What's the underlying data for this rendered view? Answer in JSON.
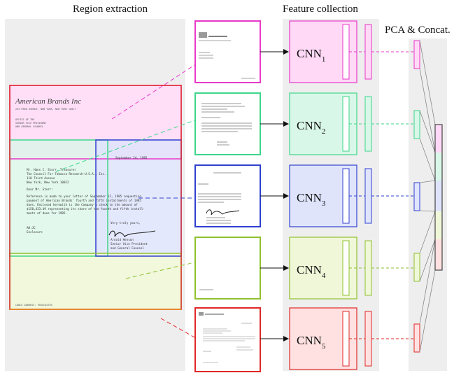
{
  "titles": {
    "region_extraction": "Region extraction",
    "feature_collection": "Feature collection",
    "pca_concat": "PCA & Concat."
  },
  "cnn_labels": [
    {
      "base": "CNN",
      "sub": "1"
    },
    {
      "base": "CNN",
      "sub": "2"
    },
    {
      "base": "CNN",
      "sub": "3"
    },
    {
      "base": "CNN",
      "sub": "4"
    },
    {
      "base": "CNN",
      "sub": "5"
    }
  ],
  "region_colors": [
    "#e838c8",
    "#3ed68a",
    "#3040d0",
    "#8fc030",
    "#e02828"
  ],
  "region_fills": [
    "#ffd9f6",
    "#d9f7e8",
    "#dfe4fb",
    "#f0f7d8",
    "#ffe1e1"
  ],
  "document": {
    "letterhead": "American Brands Inc",
    "address_line": "245 PARK AVENUE, NEW YORK, NEW YORK 10017",
    "office_of": "OFFICE OF THE",
    "office_title_1": "SENIOR VICE PRESIDENT",
    "office_title_2": "AND GENERAL COUNSEL",
    "date": "September 24, 1985",
    "recipient": "Mr. Hans C. Storr, Treasurer",
    "recipient_org": "The Council For Tobacco Research-U.S.A., Inc.",
    "street": "110 Third Avenue",
    "city": "New York, New York 10022",
    "salutation": "Dear Mr. Storr:",
    "body_1": "Reference is made to your letter of September 12, 1985 requesting",
    "body_2": "payment of American Brands' fourth and fifth installments of 1985",
    "body_3": "dues.  Enclosed herewith is the Company's check in the amount of",
    "body_4": "$150,433.49 representing its share of the fourth and fifth install-",
    "body_5": "ments of dues for 1985.",
    "closing": "Very truly yours,",
    "signer": "Arnold Henson",
    "signer_title_1": "Senior Vice President",
    "signer_title_2": "and General Counsel",
    "initials": "AH:JC",
    "enclosure": "Enclosure",
    "cable": "CABLE ADDRESS: PASSCASTUS"
  }
}
